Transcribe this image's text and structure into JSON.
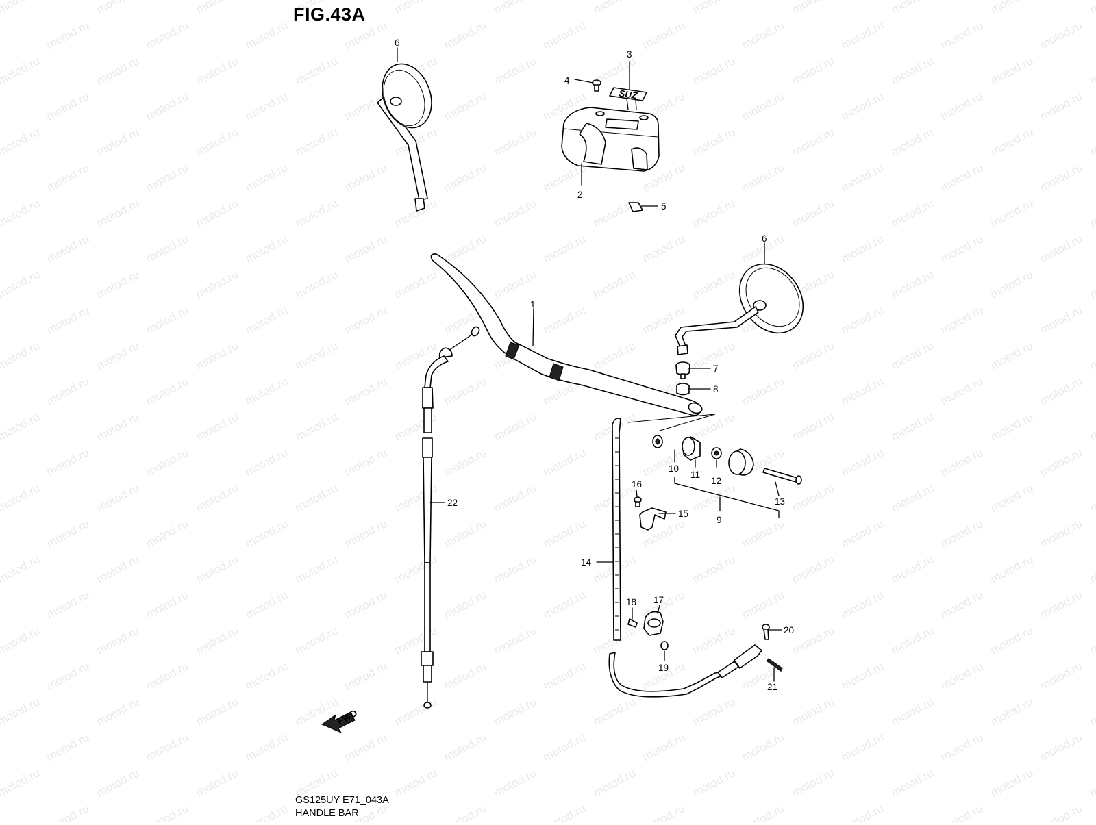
{
  "figure": {
    "title": "FIG.43A",
    "code": "GS125UY E71_043A",
    "name": "HANDLE BAR"
  },
  "watermark": "motod.ru",
  "fwd_label": "FWD",
  "callouts": [
    {
      "id": "1",
      "text": "1"
    },
    {
      "id": "2",
      "text": "2"
    },
    {
      "id": "3",
      "text": "3"
    },
    {
      "id": "4",
      "text": "4"
    },
    {
      "id": "5",
      "text": "5"
    },
    {
      "id": "6a",
      "text": "6"
    },
    {
      "id": "6b",
      "text": "6"
    },
    {
      "id": "7",
      "text": "7"
    },
    {
      "id": "8",
      "text": "8"
    },
    {
      "id": "9",
      "text": "9"
    },
    {
      "id": "10",
      "text": "10"
    },
    {
      "id": "11",
      "text": "11"
    },
    {
      "id": "12",
      "text": "12"
    },
    {
      "id": "13",
      "text": "13"
    },
    {
      "id": "14",
      "text": "14"
    },
    {
      "id": "15",
      "text": "15"
    },
    {
      "id": "16",
      "text": "16"
    },
    {
      "id": "17",
      "text": "17"
    },
    {
      "id": "18",
      "text": "18"
    },
    {
      "id": "19",
      "text": "19"
    },
    {
      "id": "20",
      "text": "20"
    },
    {
      "id": "21",
      "text": "21"
    },
    {
      "id": "22",
      "text": "22"
    }
  ]
}
